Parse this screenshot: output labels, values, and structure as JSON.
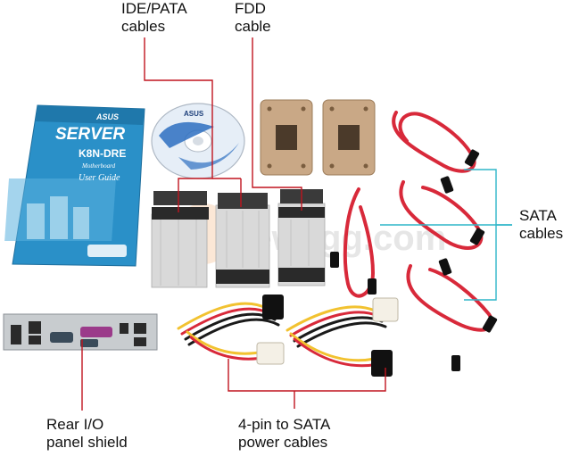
{
  "labels": {
    "ide": {
      "line1": "IDE/PATA",
      "line2": "cables"
    },
    "fdd": {
      "line1": "FDD",
      "line2": "cable"
    },
    "sata": {
      "line1": "SATA",
      "line2": "cables"
    },
    "rear_io": {
      "line1": "Rear I/O",
      "line2": "panel shield"
    },
    "power": {
      "line1": "4-pin to SATA",
      "line2": "power cables"
    }
  },
  "manual": {
    "brand": "ASUS",
    "series": "SERVER",
    "model": "K8N-DRE",
    "subtitle": "Motherboard",
    "title": "User Guide"
  },
  "cd": {
    "brand": "ASUS"
  },
  "watermark": {
    "text": "newegg.com"
  },
  "colors": {
    "leader_ide_fdd": "#c0141e",
    "leader_sata": "#2fb6c9",
    "leader_bottom": "#c0141e",
    "sata_cable": "#d8293a",
    "manual_blue": "#2a90c8",
    "ribbon": "#d9d9d9",
    "bracket": "#c9a886"
  }
}
